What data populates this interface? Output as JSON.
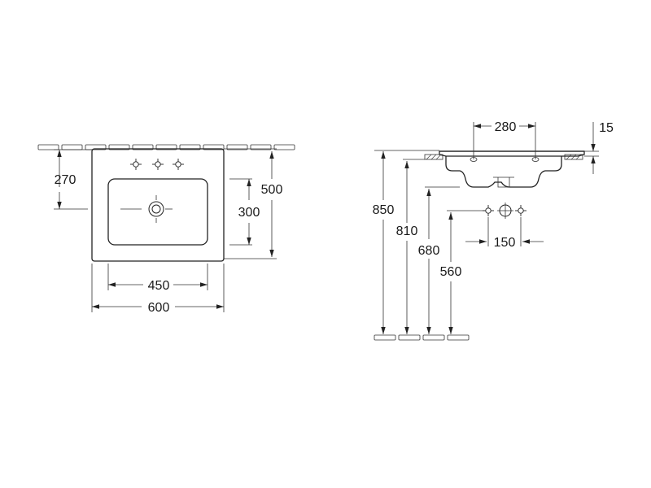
{
  "dimensions": {
    "depth_to_waste": "270",
    "depth": "500",
    "bowl_depth": "300",
    "bowl_width": "450",
    "width": "600",
    "waste_spacing": "280",
    "rim_thickness": "15",
    "height_850": "850",
    "height_810": "810",
    "height_680": "680",
    "height_560": "560",
    "valve_spacing": "150"
  },
  "colors": {
    "line": "#222222",
    "background": "#ffffff"
  }
}
